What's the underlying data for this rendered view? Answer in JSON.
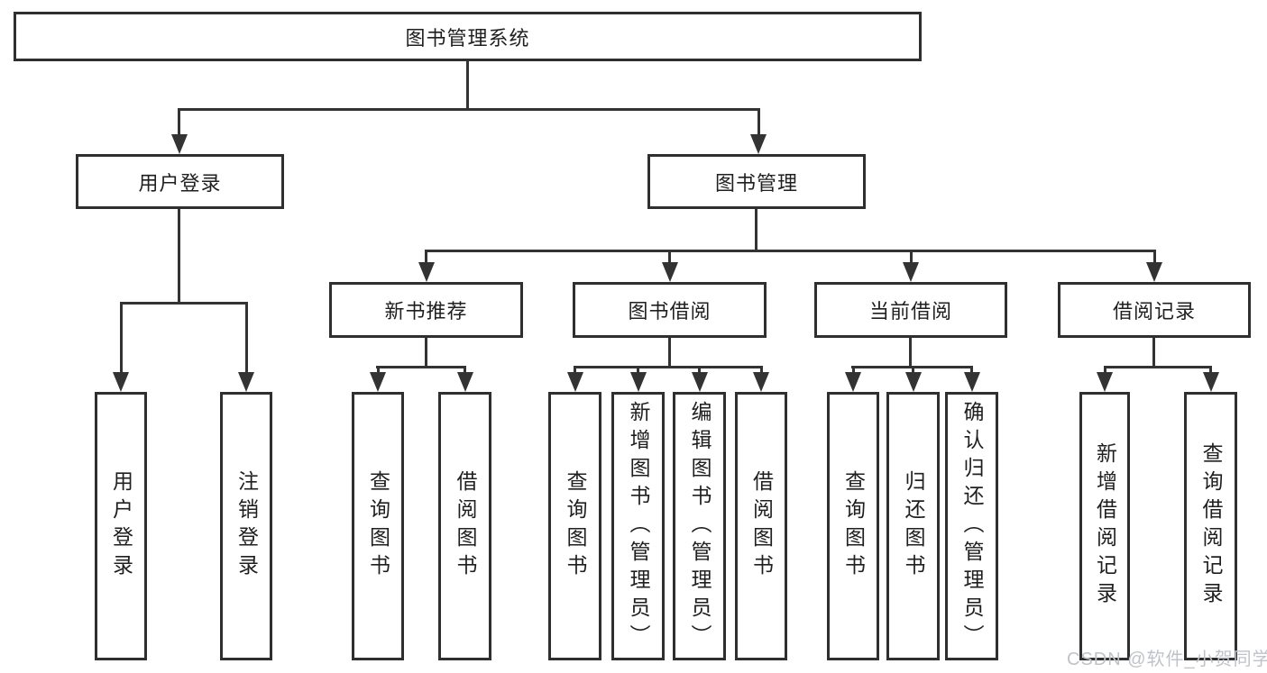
{
  "nodes": {
    "root": {
      "label": "图书管理系统"
    },
    "user_login": {
      "label": "用户登录"
    },
    "book_management": {
      "label": "图书管理"
    },
    "new_book_recommend": {
      "label": "新书推荐"
    },
    "book_borrowing": {
      "label": "图书借阅"
    },
    "current_borrowing": {
      "label": "当前借阅"
    },
    "borrowing_records": {
      "label": "借阅记录"
    }
  },
  "leaves": [
    {
      "parent": "user_login",
      "label": "用户登录"
    },
    {
      "parent": "user_login",
      "label": "注销登录"
    },
    {
      "parent": "new_book_recommend",
      "label": "查询图书"
    },
    {
      "parent": "new_book_recommend",
      "label": "借阅图书"
    },
    {
      "parent": "book_borrowing",
      "label": "查询图书"
    },
    {
      "parent": "book_borrowing",
      "label": "新增图书（管理员）"
    },
    {
      "parent": "book_borrowing",
      "label": "编辑图书（管理员）"
    },
    {
      "parent": "book_borrowing",
      "label": "借阅图书"
    },
    {
      "parent": "current_borrowing",
      "label": "查询图书"
    },
    {
      "parent": "current_borrowing",
      "label": "归还图书"
    },
    {
      "parent": "current_borrowing",
      "label": "确认归还（管理员）"
    },
    {
      "parent": "borrowing_records",
      "label": "新增借阅记录"
    },
    {
      "parent": "borrowing_records",
      "label": "查询借阅记录"
    }
  ],
  "watermark": {
    "text": "CSDN @软件_小贺同学"
  },
  "colors": {
    "line": "#333333",
    "border": "#2f2f2f",
    "text": "#1f1f1f",
    "background": "#ffffff",
    "watermark": "#bfc3c9"
  }
}
